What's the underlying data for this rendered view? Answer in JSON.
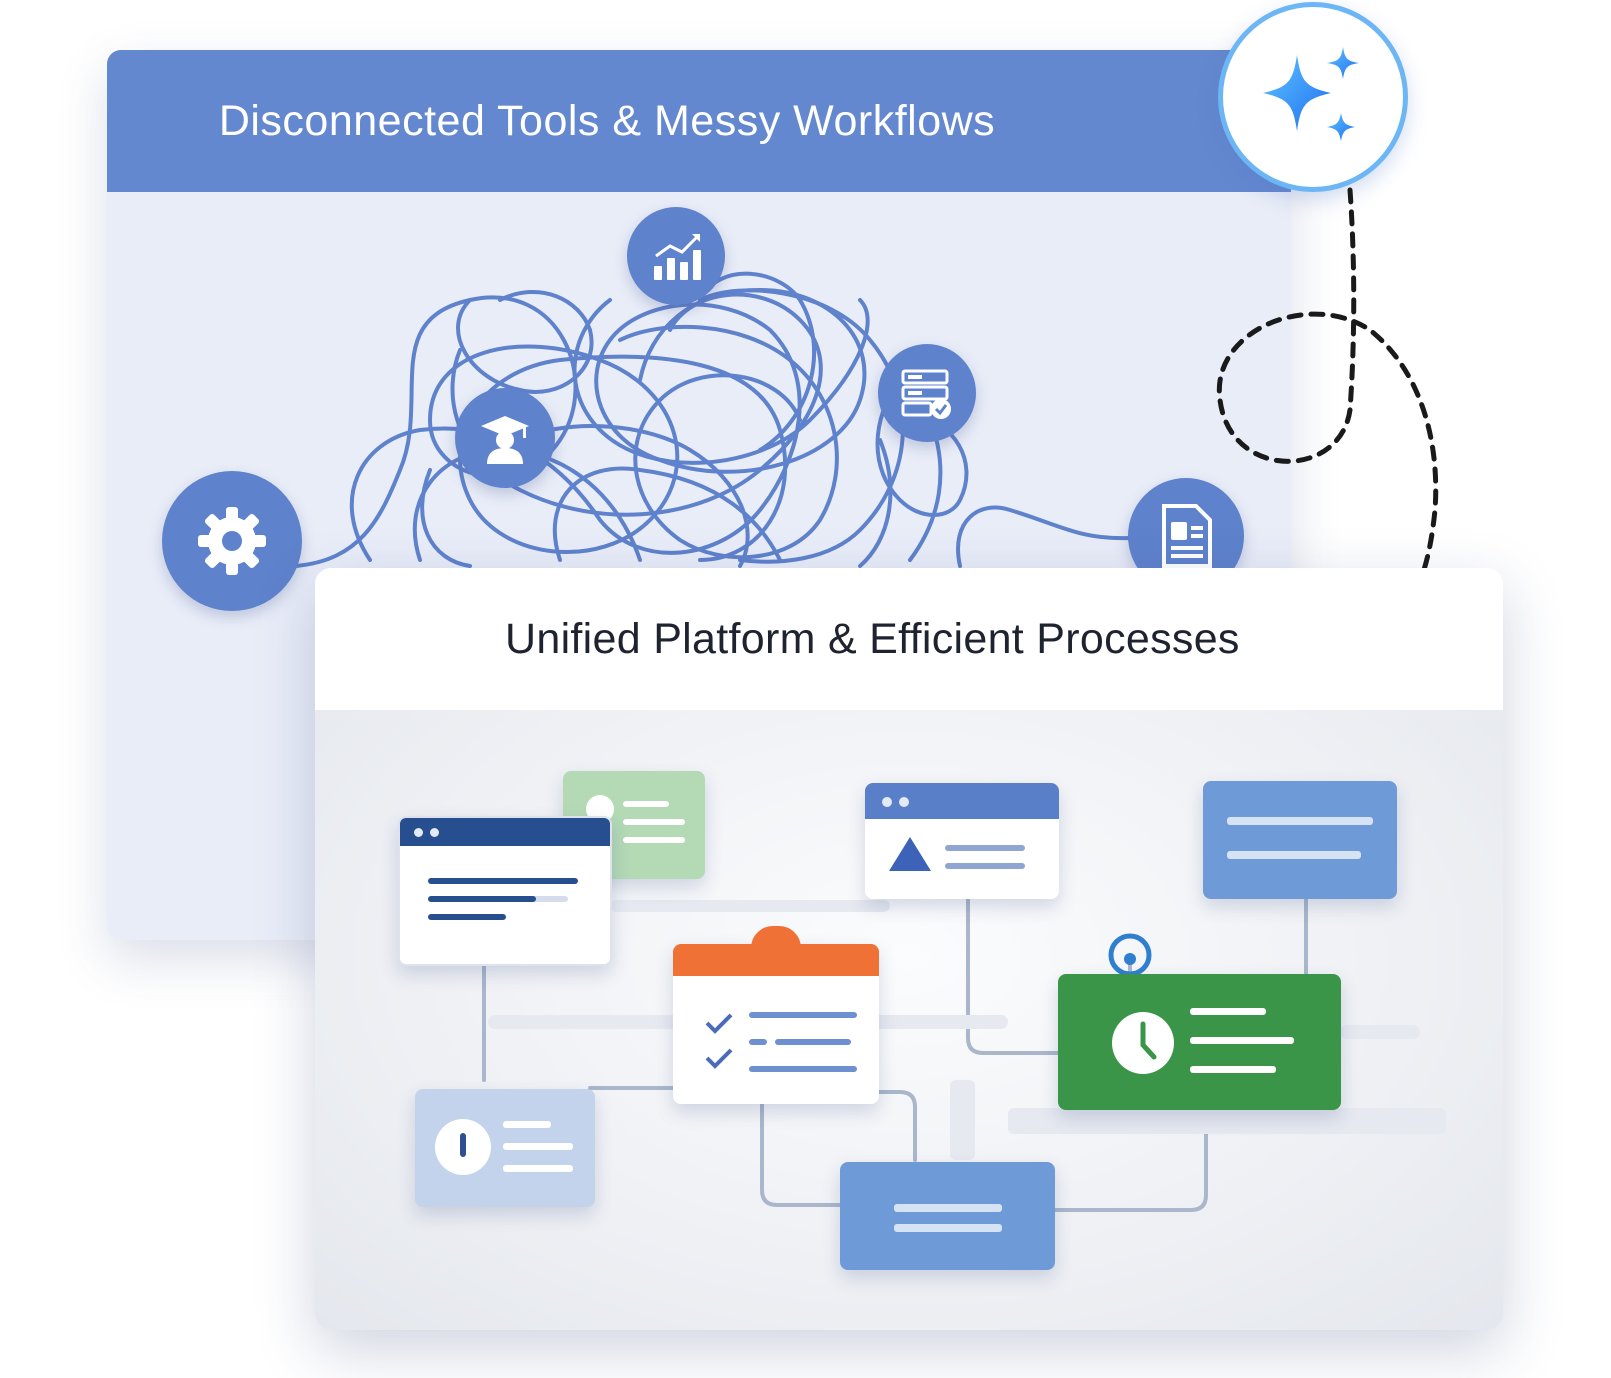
{
  "back_panel": {
    "title": "Disconnected Tools & Messy Workflows",
    "nodes": [
      "gear-icon",
      "graduate-icon",
      "analytics-chart-icon",
      "server-check-icon",
      "document-profile-icon"
    ]
  },
  "badge": {
    "icon": "sparkle-icon"
  },
  "front_panel": {
    "title": "Unified Platform & Efficient Processes",
    "cards": [
      "browser-window-card",
      "contact-card-green",
      "checklist-calendar-card",
      "shape-window-card",
      "text-card-blue",
      "clock-task-card",
      "profile-card-light",
      "text-card-bottom"
    ]
  },
  "colors": {
    "primary_blue": "#6488cf",
    "node_blue": "#5f82cc",
    "sparkle_blue": "#2f8ef5",
    "orange": "#ef7135",
    "green": "#3a9549",
    "navy": "#274f8f"
  }
}
